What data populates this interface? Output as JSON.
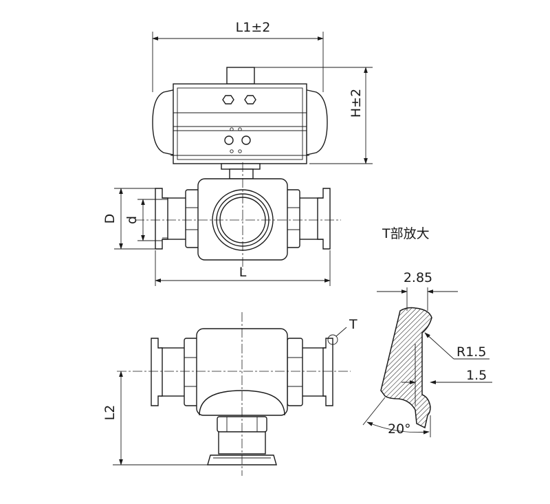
{
  "dimensions": {
    "l1": "L1±2",
    "h": "H±2",
    "d_outer": "D",
    "d_inner": "d",
    "l": "L",
    "l2": "L2",
    "t_marker": "T"
  },
  "detail": {
    "title": "T部放大",
    "width": "2.85",
    "radius": "R1.5",
    "depth": "1.5",
    "angle": "20°"
  }
}
